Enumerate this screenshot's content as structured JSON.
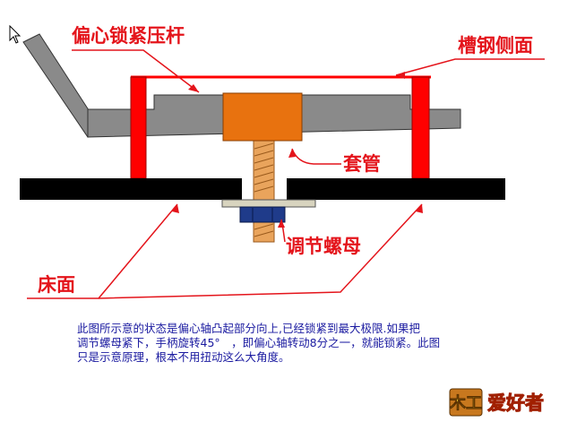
{
  "labels": {
    "eccentric_lock_lever": "偏心锁紧压杆",
    "channel_steel_side": "槽钢侧面",
    "sleeve": "套管",
    "adjusting_nut": "调节螺母",
    "bed_surface": "床面"
  },
  "caption": {
    "line1": "此图所示意的状态是偏心轴凸起部分向上,已经锁紧到最大极限.如果把",
    "line2": "调节螺母紧下，手柄旋转45°　，即偏心轴转动8分之一，就能锁紧。此图",
    "line3": "只是示意原理，根本不用扭动这么大角度。"
  },
  "logo": {
    "text": "爱好者",
    "mark": "木工"
  },
  "colors": {
    "label_red": "#e4141b",
    "channel_red": "#ff0000",
    "lever_gray": "#8a8a8a",
    "sleeve_orange": "#e8720f",
    "bolt_tan": "#e9a45c",
    "nut_navy": "#1f3b8a",
    "bed_black": "#000000",
    "caption_blue": "#1a1aa0"
  }
}
